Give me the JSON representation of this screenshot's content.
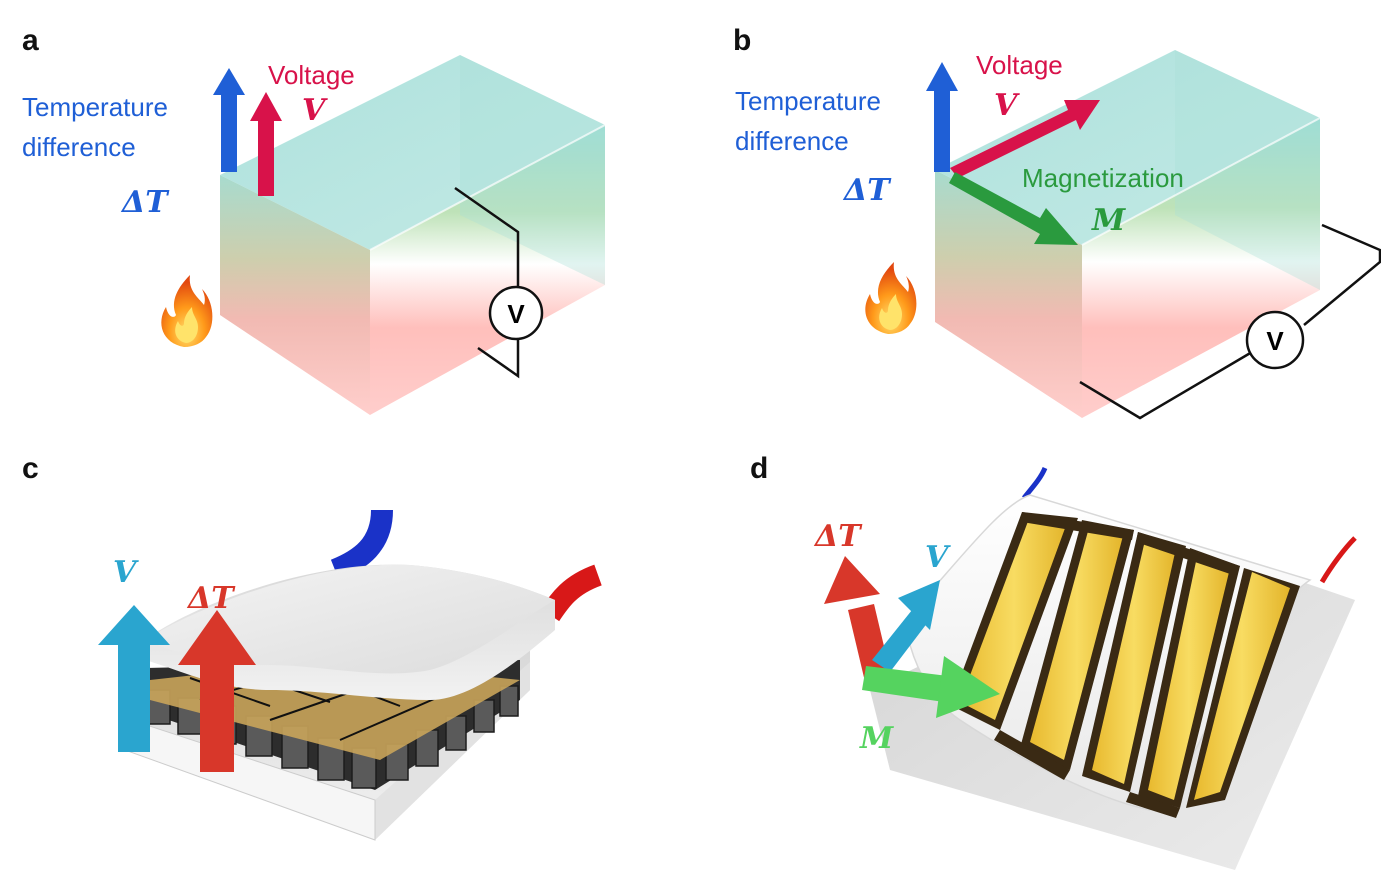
{
  "panels": {
    "a": {
      "letter": "a",
      "temperature_label_line1": "Temperature",
      "temperature_label_line2": "difference",
      "delta_t": "ΔT",
      "voltage_label": "Voltage",
      "voltage_symbol": "V",
      "meter": "V"
    },
    "b": {
      "letter": "b",
      "temperature_label_line1": "Temperature",
      "temperature_label_line2": "difference",
      "delta_t": "ΔT",
      "voltage_label": "Voltage",
      "voltage_symbol": "V",
      "magnetization_label": "Magnetization",
      "magnetization_symbol": "M",
      "meter": "V"
    },
    "c": {
      "letter": "c",
      "voltage_symbol": "V",
      "delta_t": "ΔT"
    },
    "d": {
      "letter": "d",
      "delta_t": "ΔT",
      "voltage_symbol": "V",
      "magnetization_symbol": "M"
    }
  },
  "colors": {
    "temperature_blue": "#1f5fd6",
    "voltage_crimson": "#d8124a",
    "magnetization_green": "#2a9a3e",
    "deltaT_red": "#d8372a",
    "voltage_cyan": "#2aa5cf",
    "magnetization_light_green": "#55d35f",
    "gold_electrode": "#f2cc43"
  }
}
